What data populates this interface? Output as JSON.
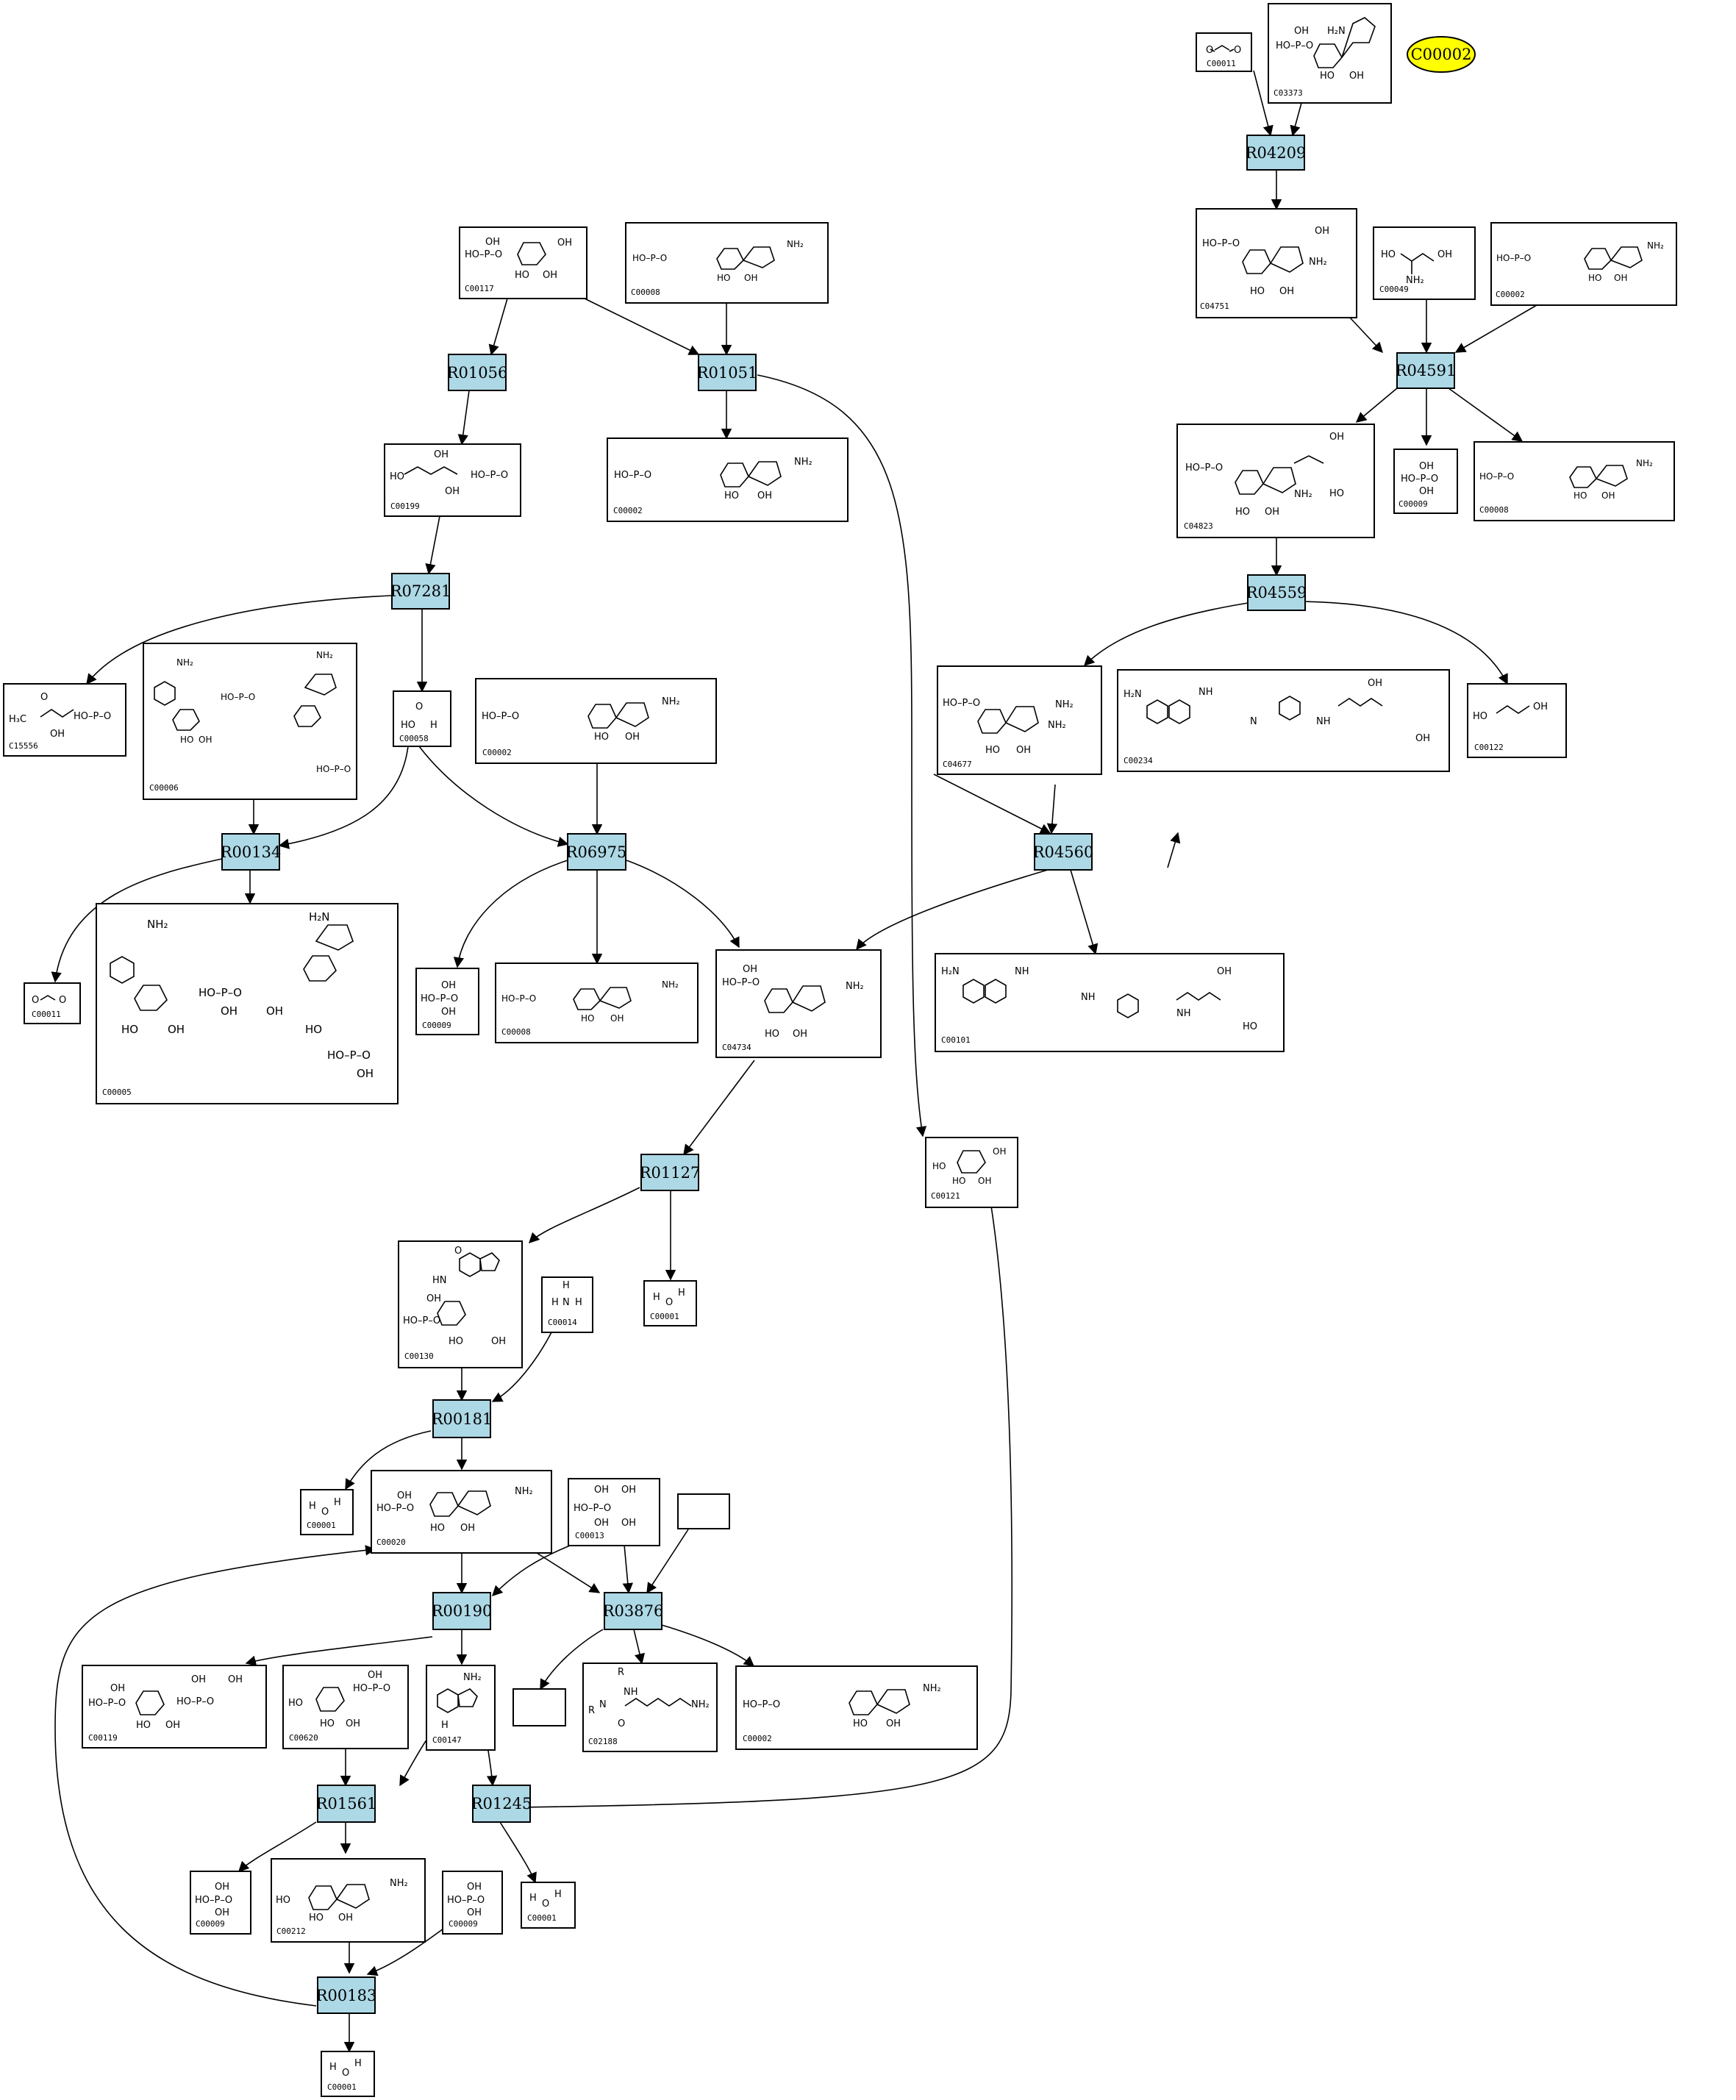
{
  "colors": {
    "reaction_fill": "#add8e6",
    "highlight_fill": "#ffff00",
    "stroke": "#000000",
    "background": "#ffffff"
  },
  "highlight": {
    "label": "C00002"
  },
  "reactions": {
    "R04209": "R04209",
    "R04591": "R04591",
    "R04559": "R04559",
    "R01056": "R01056",
    "R01051": "R01051",
    "R07281": "R07281",
    "R00134": "R00134",
    "R06975": "R06975",
    "R04560": "R04560",
    "R01127": "R01127",
    "R00181": "R00181",
    "R00190": "R00190",
    "R03876": "R03876",
    "R01561": "R01561",
    "R01245": "R01245",
    "R00183": "R00183"
  },
  "compounds": {
    "c00011_a": "C00011",
    "c03373": "C03373",
    "c04751": "C04751",
    "c00049": "C00049",
    "c00002_a": "C00002",
    "c04823": "C04823",
    "c00009_a": "C00009",
    "c00008_a": "C00008",
    "c00117": "C00117",
    "c00008_b": "C00008",
    "c00199": "C00199",
    "c00002_b": "C00002",
    "c15556": "C15556",
    "c00006": "C00006",
    "c00058": "C00058",
    "c00002_c": "C00002",
    "c04677": "C04677",
    "c00234": "C00234",
    "c00122": "C00122",
    "c00011_b": "C00011",
    "c00005": "C00005",
    "c00009_b": "C00009",
    "c00008_c": "C00008",
    "c04734": "C04734",
    "c00101": "C00101",
    "c00121": "C00121",
    "c00130": "C00130",
    "c00014": "C00014",
    "c00001_a": "C00001",
    "c00001_b": "C00001",
    "c00020": "C00020",
    "c00013": "C00013",
    "c00119": "C00119",
    "c00620": "C00620",
    "c00147": "C00147",
    "c02188": "C02188",
    "c00002_d": "C00002",
    "c00009_c": "C00009",
    "c00212": "C00212",
    "c00009_d": "C00009",
    "c00001_c": "C00001",
    "c00001_d": "C00001"
  },
  "atom_text": {
    "OH": "OH",
    "HO": "HO",
    "O": "O",
    "P": "P",
    "N": "N",
    "NH": "NH",
    "NH2": "NH₂",
    "H2N": "H₂N",
    "H": "H",
    "H3C": "H₃C",
    "R": "R",
    "HOPO": "HO–P–O",
    "HN": "HN"
  }
}
